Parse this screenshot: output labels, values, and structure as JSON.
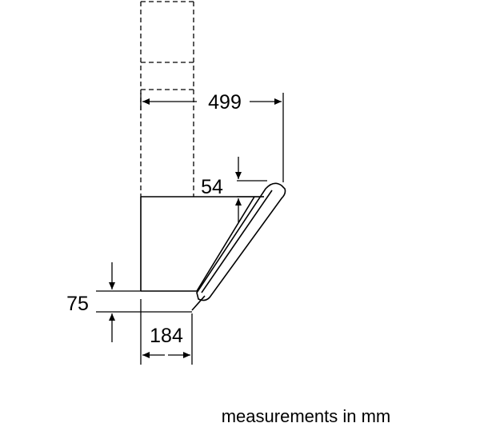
{
  "dimensions": {
    "total_depth": "499",
    "top_offset": "54",
    "bottom_gap": "75",
    "base_depth": "184"
  },
  "caption": "measurements in mm"
}
